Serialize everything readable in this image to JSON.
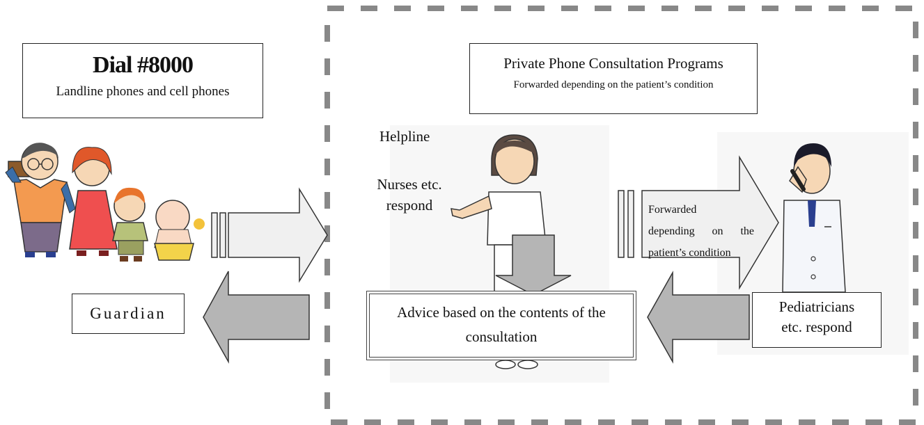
{
  "dial_box": {
    "title": "Dial #8000",
    "subtitle": "Landline phones and cell phones"
  },
  "guardian_box": {
    "label": "Guardian"
  },
  "program_box": {
    "title": "Private Phone Consultation Programs",
    "subtitle": "Forwarded depending on the patient’s condition"
  },
  "helpline": {
    "title": "Helpline",
    "line1": "Nurses etc.",
    "line2": "respond"
  },
  "forward_arrow": {
    "line1": "Forwarded",
    "line2": "depending on the",
    "line3": "patient’s condition"
  },
  "pediatricians_box": {
    "line1": "Pediatricians",
    "line2": "etc. respond"
  },
  "advice_box": {
    "line1": "Advice based on the contents of the",
    "line2": "consultation"
  }
}
